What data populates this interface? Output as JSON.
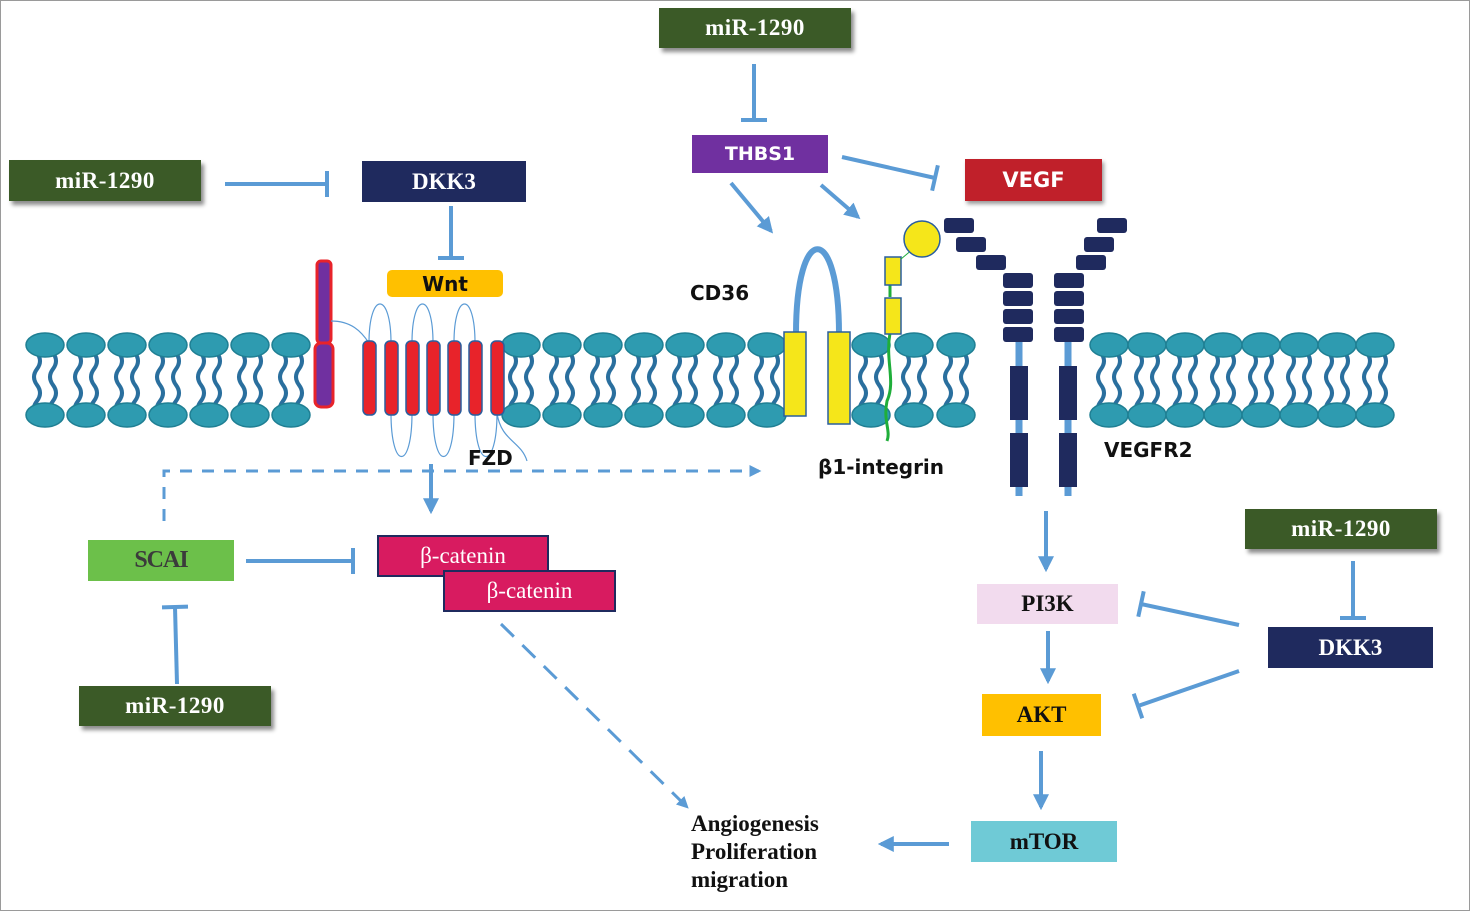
{
  "colors": {
    "arrow": "#5b9bd5",
    "mir_green": "#3b5a27",
    "dkk_navy": "#1f2a5e",
    "thbs1_purple": "#7030a0",
    "vegf_red": "#c0202a",
    "wnt_orange": "#ffc000",
    "scai_green": "#6cc04a",
    "beta_catenin_pink": "#d81b60",
    "pi3k_pink": "#f2dbee",
    "akt_orange": "#ffc000",
    "mtor_teal": "#6fcad6",
    "lipid_head": "#2e9bb0",
    "fzd_red": "#e8232a",
    "integrin_yellow": "#f5e61a",
    "vegfr2_navy": "#1f2a5e"
  },
  "nodes": {
    "mir_top": "miR-1290",
    "mir_left": "miR-1290",
    "mir_bottom_left": "miR-1290",
    "mir_right": "miR-1290",
    "thbs1": "THBS1",
    "vegf": "VEGF",
    "dkk3_left": "DKK3",
    "dkk3_right": "DKK3",
    "wnt": "Wnt",
    "scai": "SCAI",
    "beta_catenin_1": "β-catenin",
    "beta_catenin_2": "β-catenin",
    "pi3k": "PI3K",
    "akt": "AKT",
    "mtor": "mTOR"
  },
  "receptor_labels": {
    "cd36": "CD36",
    "fzd": "FZD",
    "b1_integrin": "β1-integrin",
    "vegfr2": "VEGFR2"
  },
  "outcome": [
    "Angiogenesis",
    "Proliferation",
    "migration"
  ],
  "edges": [
    {
      "from": "mir_top",
      "to": "thbs1",
      "type": "inhibit"
    },
    {
      "from": "mir_left",
      "to": "dkk3_left",
      "type": "inhibit"
    },
    {
      "from": "dkk3_left",
      "to": "wnt",
      "type": "inhibit"
    },
    {
      "from": "thbs1",
      "to": "vegf",
      "type": "inhibit"
    },
    {
      "from": "thbs1",
      "to": "cd36",
      "type": "activate"
    },
    {
      "from": "thbs1",
      "to": "b1_integrin",
      "type": "activate"
    },
    {
      "from": "fzd",
      "to": "beta_catenin",
      "type": "activate"
    },
    {
      "from": "scai",
      "to": "b1_integrin",
      "type": "activate-dashed"
    },
    {
      "from": "scai",
      "to": "beta_catenin",
      "type": "inhibit"
    },
    {
      "from": "mir_bottom_left",
      "to": "scai",
      "type": "inhibit"
    },
    {
      "from": "beta_catenin",
      "to": "outcome",
      "type": "activate-dashed"
    },
    {
      "from": "vegfr2",
      "to": "pi3k",
      "type": "activate"
    },
    {
      "from": "pi3k",
      "to": "akt",
      "type": "activate"
    },
    {
      "from": "akt",
      "to": "mtor",
      "type": "activate"
    },
    {
      "from": "mtor",
      "to": "outcome",
      "type": "activate"
    },
    {
      "from": "mir_right",
      "to": "dkk3_right",
      "type": "inhibit"
    },
    {
      "from": "dkk3_right",
      "to": "pi3k",
      "type": "inhibit"
    },
    {
      "from": "dkk3_right",
      "to": "akt",
      "type": "inhibit"
    }
  ]
}
